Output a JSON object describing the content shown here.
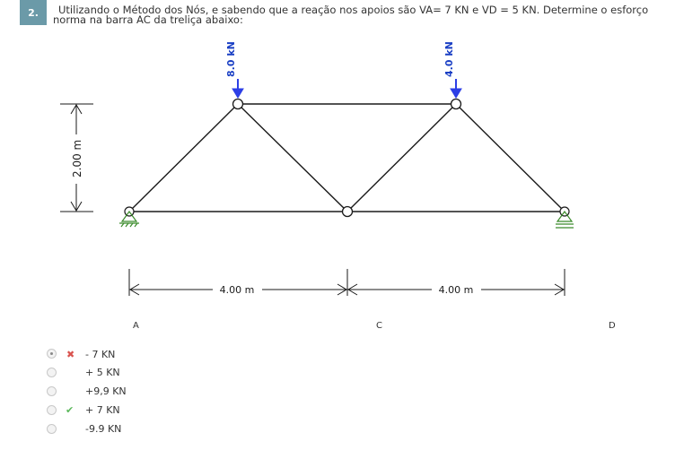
{
  "question": {
    "number": "2.",
    "text": "Utilizando o Método dos Nós, e sabendo que a reação nos apoios são VA= 7 KN e VD = 5 KN. Determine o esforço norma na barra AC da treliça abaixo:"
  },
  "figure": {
    "load_left": "8.0 kN",
    "load_right": "4.0 kN",
    "height_dim": "2.00 m",
    "span_left": "4.00 m",
    "span_right": "4.00 m",
    "colors": {
      "load_arrow": "#2d3fe6",
      "member": "#1a1a1a",
      "support": "#3a8a2a"
    }
  },
  "column_labels": [
    "A",
    "C",
    "D"
  ],
  "options": [
    {
      "label": "- 7 KN",
      "selected": true,
      "mark": "wrong"
    },
    {
      "label": "+ 5 KN",
      "selected": false,
      "mark": ""
    },
    {
      "label": "+9,9 KN",
      "selected": false,
      "mark": ""
    },
    {
      "label": "+ 7 KN",
      "selected": false,
      "mark": "right"
    },
    {
      "label": "-9.9 KN",
      "selected": false,
      "mark": ""
    }
  ],
  "marks": {
    "wrong": "✖",
    "right": "✔"
  }
}
